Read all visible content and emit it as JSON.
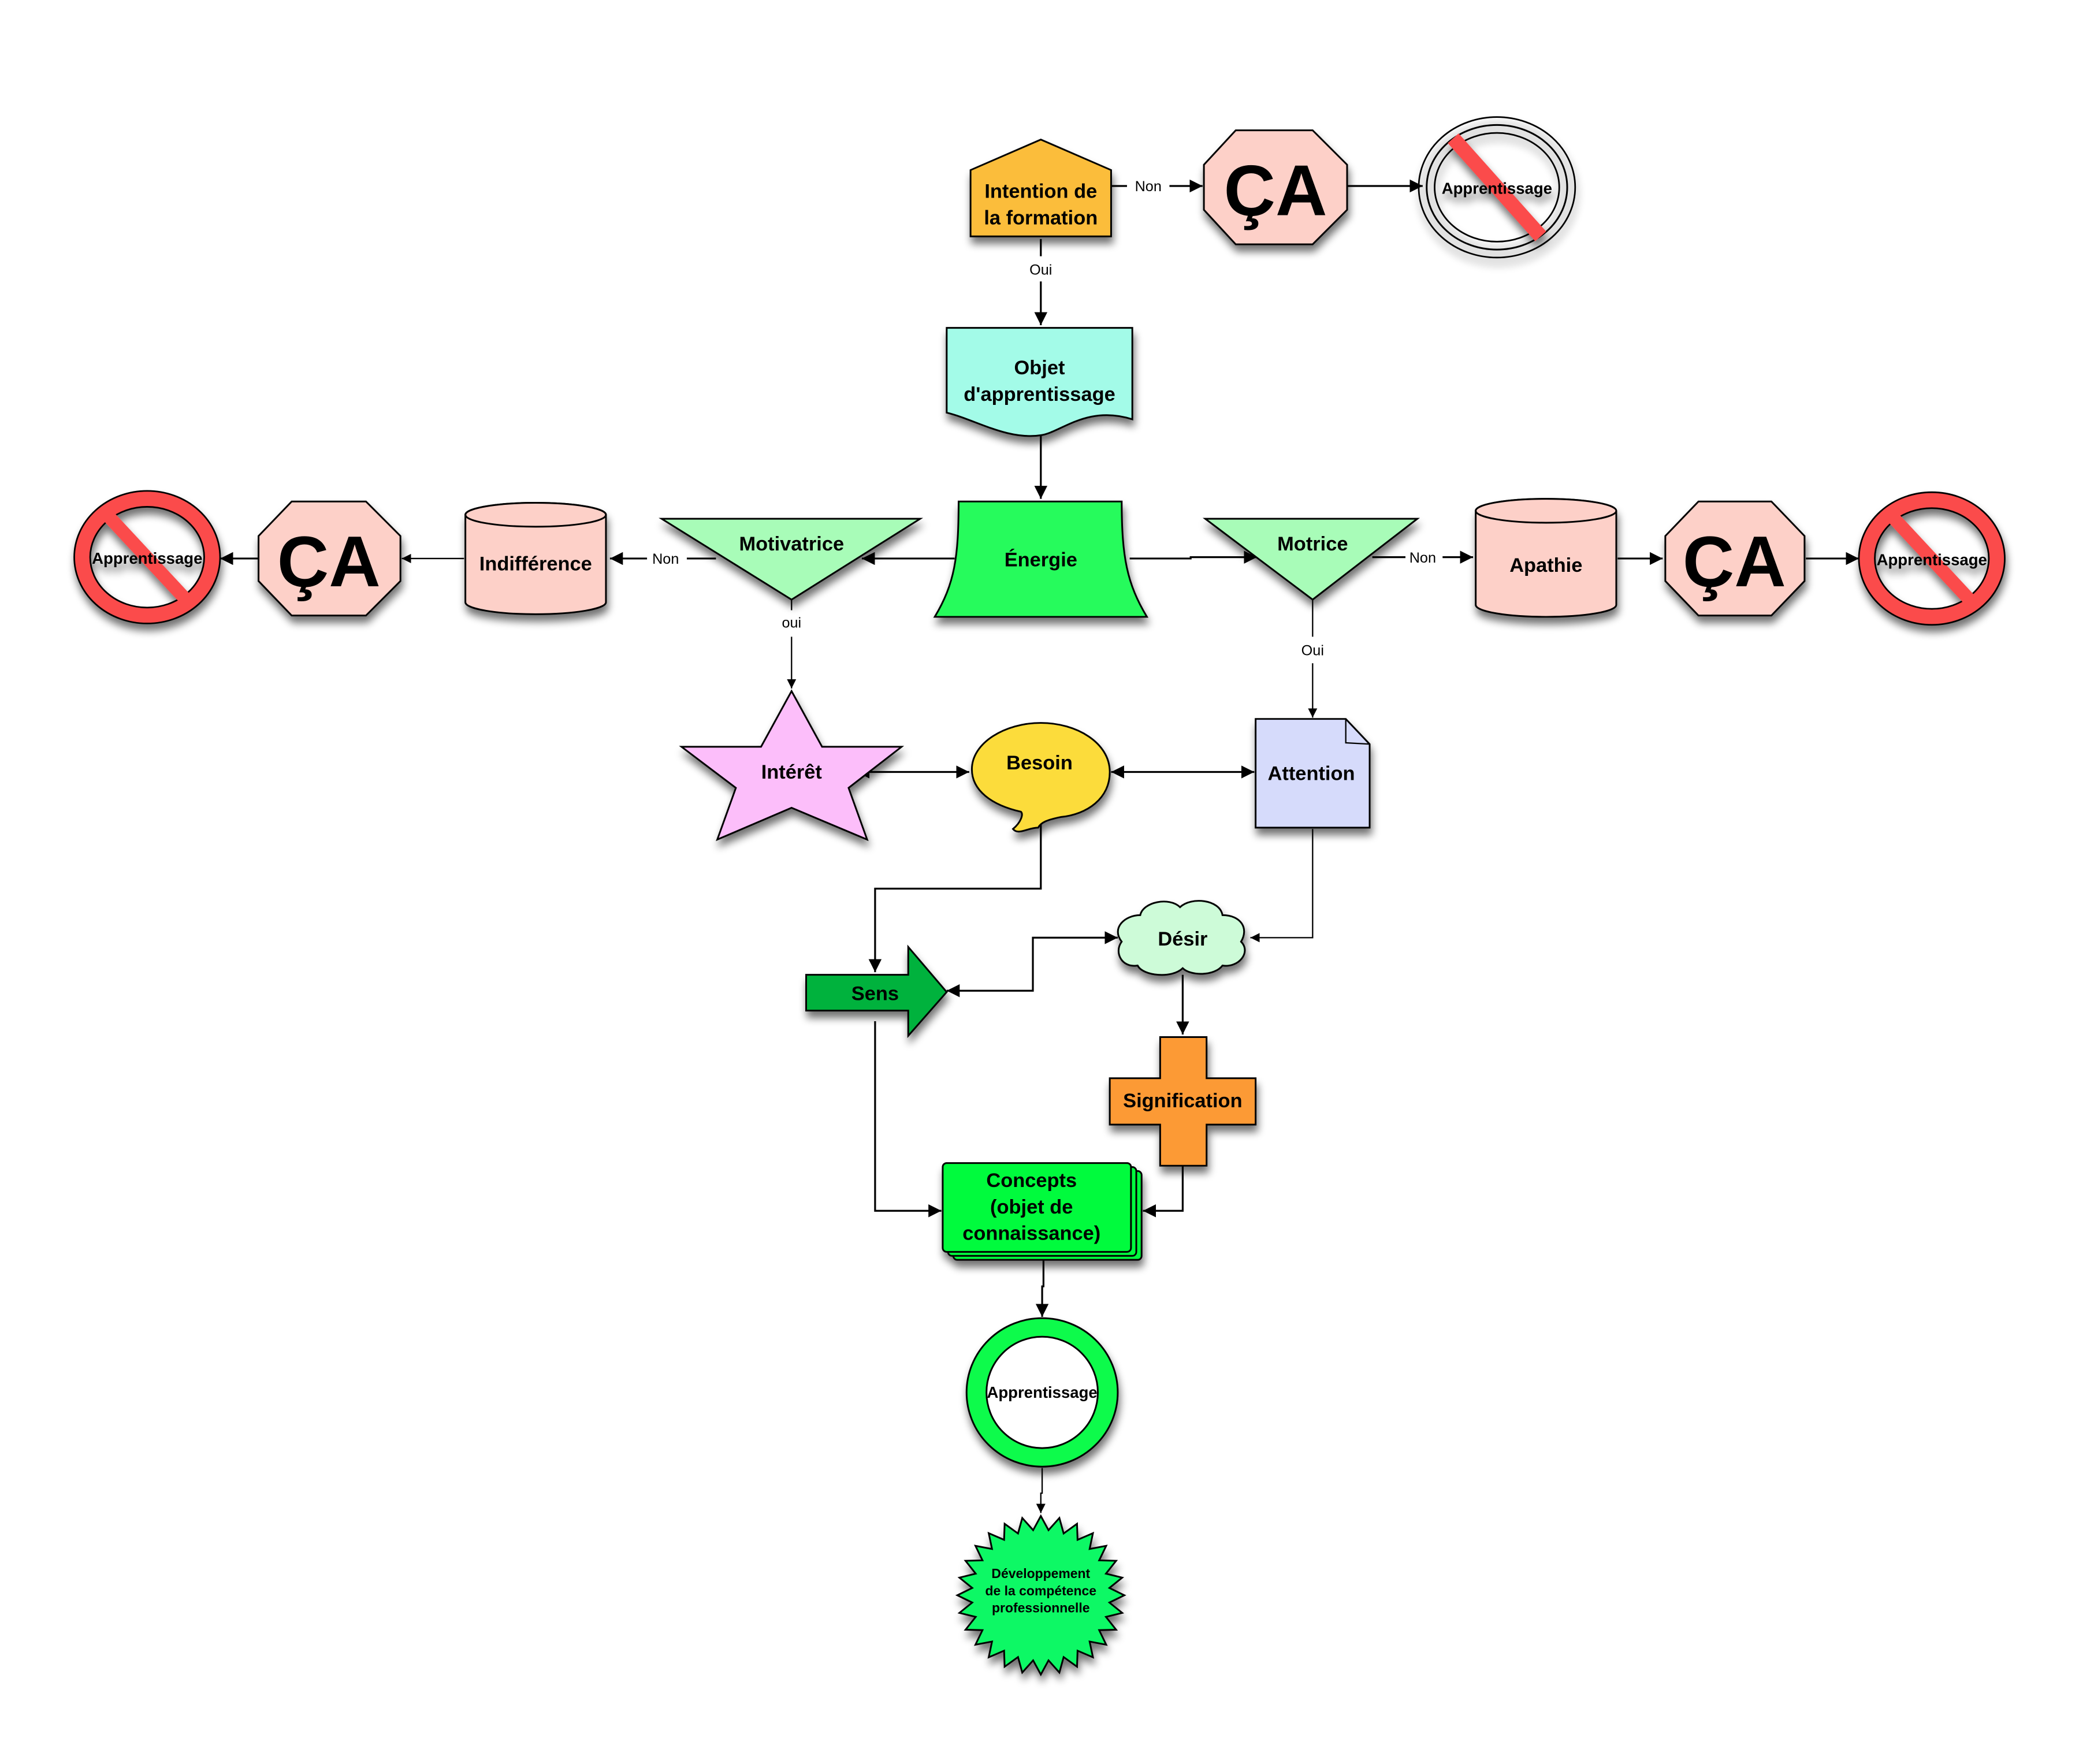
{
  "diagram": {
    "colors": {
      "intention": "#fbbd3a",
      "objet": "#a3fbe8",
      "energie": "#27fb5c",
      "filter": "#a8fcb8",
      "cylinder": "#fdd0c8",
      "octagon": "#fdd0c8",
      "prohibit": "#fb4c4c",
      "interet": "#fcbefa",
      "besoin": "#fcdc3a",
      "attention": "#d6dbfb",
      "desir": "#cdfbd8",
      "sens": "#05b23e",
      "signification": "#fc9a35",
      "concepts": "#06fb3c",
      "apprentissage_ring": "#10fb4c",
      "developpement": "#0ff865"
    },
    "nodes": {
      "intention": [
        "Intention de",
        "la formation"
      ],
      "objet": [
        "Objet",
        "d'apprentissage"
      ],
      "energie": "Énergie",
      "motivatrice": "Motivatrice",
      "motrice": "Motrice",
      "indifference": "Indifférence",
      "apathie": "Apathie",
      "ca_symbol": "ÇA",
      "no_apprentissage": "Apprentissage",
      "interet": "Intérêt",
      "besoin": "Besoin",
      "attention": "Attention",
      "desir": "Désir",
      "sens": "Sens",
      "signification": "Signification",
      "concepts": [
        "Concepts",
        "(objet de",
        "connaissance)"
      ],
      "apprentissage": "Apprentissage",
      "developpement": [
        "Développement",
        "de la compétence",
        "professionnelle"
      ]
    },
    "edge_labels": {
      "non": "Non",
      "oui": "Oui",
      "oui_lower": "oui"
    }
  }
}
